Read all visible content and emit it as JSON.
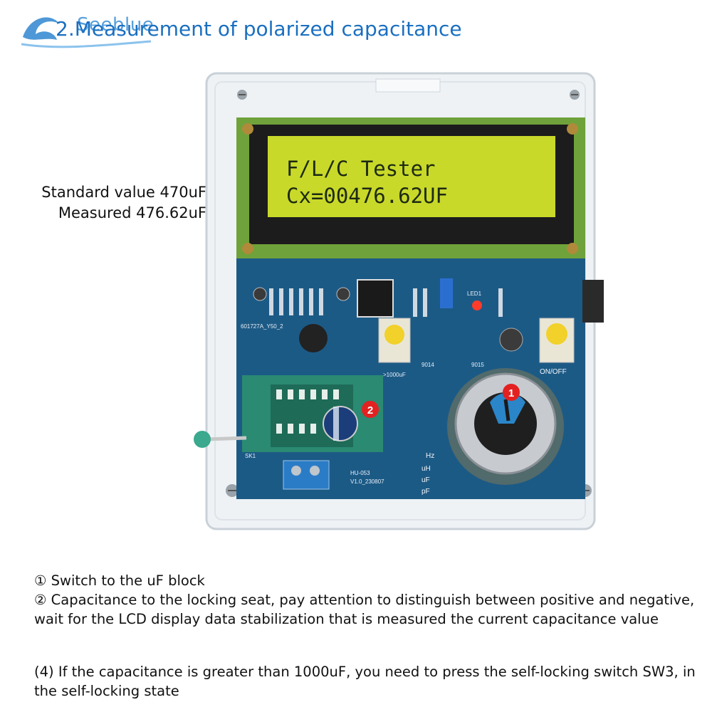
{
  "brand": {
    "logo_text": "Seeblue"
  },
  "header": {
    "title": "2.Measurement of polarized capacitance"
  },
  "spec": {
    "standard": "Standard value 470uF",
    "measured": "Measured 476.62uF"
  },
  "lcd": {
    "line1": "F/L/C Tester",
    "line2": "Cx=00476.62UF"
  },
  "board": {
    "label_onoff": "ON/OFF",
    "label_model": "HU-053",
    "label_version": "V1.0_230807",
    "label_hz": "Hz",
    "label_uh": "uH",
    "label_uf": "uF",
    "label_pf": "pF",
    "label_sk1": "SK1",
    "label_1000uf": ">1000uF",
    "label_9014": "9014",
    "label_9015": "9015",
    "label_led": "LED1",
    "label_pcb": "601727A_Y50_2",
    "marker1": "1",
    "marker2": "2",
    "colors": {
      "pcb": "#1c5a86",
      "lcd": "#c9d92a",
      "marker": "#e32121",
      "pot_cap": "#2a86c8"
    }
  },
  "notes": {
    "line1": "① Switch to the uF block",
    "line2": "② Capacitance to the locking seat, pay attention to distinguish between positive and negative, wait for the LCD display data stabilization that is measured the current capacitance value",
    "line3": "(4) If the capacitance is greater than 1000uF, you need to press the self-locking switch SW3, in the self-locking state"
  }
}
